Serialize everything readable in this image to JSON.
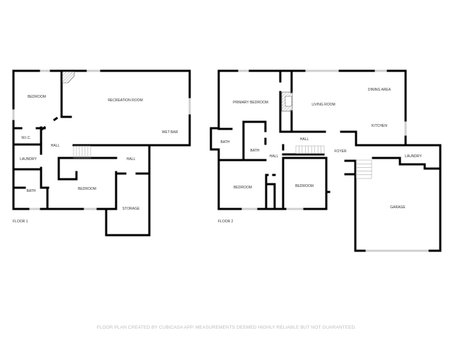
{
  "floor1": {
    "label": "FLOOR 1",
    "rooms": {
      "bedroom_a": "BEDROOM",
      "recreation": "RECREATION ROOM",
      "wet_bar": "WET BAR",
      "wic": "W.I.C.",
      "hall_a": "HALL",
      "laundry": "LAUNDRY",
      "hall_b": "HALL",
      "bath": "BATH",
      "bedroom_b": "BEDROOM",
      "storage": "STORAGE"
    }
  },
  "floor2": {
    "label": "FLOOR 2",
    "rooms": {
      "primary_bedroom": "PRIMARY BEDROOM",
      "living_room": "LIVING ROOM",
      "dining_area": "DINING AREA",
      "kitchen": "KITCHEN",
      "bath_a": "BATH",
      "bath_b": "BATH",
      "hall_a": "HALL",
      "hall_b": "HALL",
      "foyer": "FOYER",
      "laundry": "LAUNDRY",
      "bedroom_a": "BEDROOM",
      "bedroom_b": "BEDROOM",
      "garage": "GARAGE"
    }
  },
  "footer": "FLOOR PLAN CREATED BY CUBICASA APP. MEASUREMENTS DEEMED HIGHLY RELIABLE BUT NOT GUARANTEED.",
  "colors": {
    "wall": "#000000",
    "window": "#d0d0d0",
    "footer": "#bdbdbd"
  }
}
